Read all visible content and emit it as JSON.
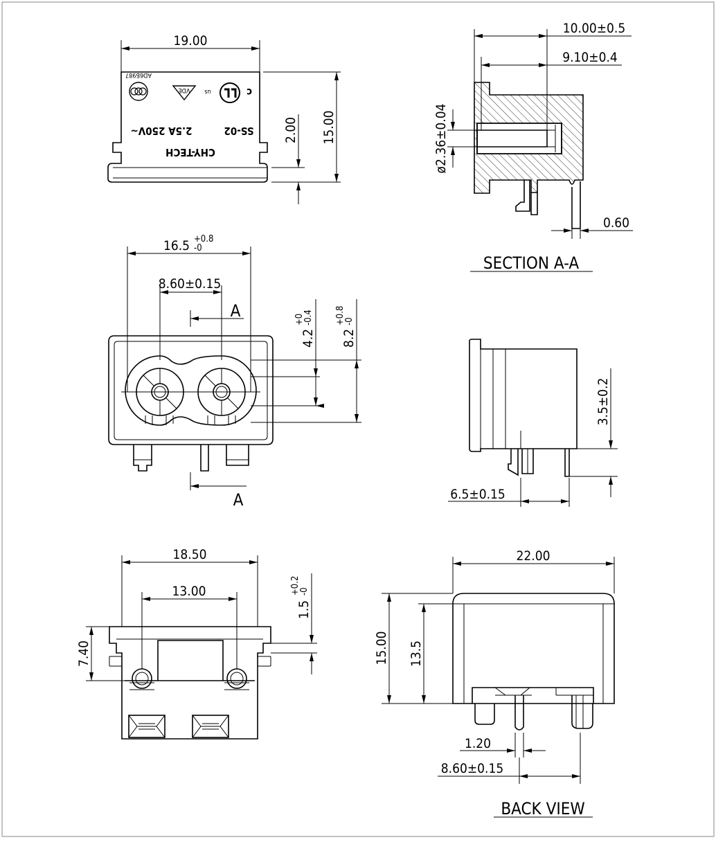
{
  "drawing": {
    "top_view": {
      "width": "19.00",
      "height": "15.00",
      "flange": "2.00",
      "marking": {
        "brand": "CHY-TECH",
        "model": "SS-02",
        "rating": "2.5A 250V~",
        "ul_c": "c",
        "ul_us": "us",
        "ccc_code": "AD6Б987"
      }
    },
    "section_a_a": {
      "caption": "SECTION A-A",
      "depth_outer": "10.00±0.5",
      "depth_inner": "9.10±0.4",
      "pin_dia": "ø2.36±0.04",
      "pin_thickness": "0.60"
    },
    "front_view": {
      "width": "16.5",
      "width_tol_upper": "+0.8",
      "width_tol_lower": "-0",
      "pin_pitch": "8.60±0.15",
      "section_label_top": "A",
      "section_label_bottom": "A",
      "inner_h": "4.2",
      "inner_h_tol_upper": "+0",
      "inner_h_tol_lower": "-0.4",
      "outer_h": "8.2",
      "outer_h_tol_upper": "+0.8",
      "outer_h_tol_lower": "-0"
    },
    "side_view": {
      "pin_len": "3.5±0.2",
      "pin_offset": "6.5±0.15"
    },
    "bottom_view": {
      "width": "18.50",
      "inner": "13.00",
      "height": "7.40",
      "flange": "1.5",
      "flange_tol_upper": "+0.2",
      "flange_tol_lower": "-0"
    },
    "back_view": {
      "caption": "BACK VIEW",
      "width": "22.00",
      "height": "15.00",
      "inner_height": "13.5",
      "pin_width": "1.20",
      "pin_pitch": "8.60±0.15"
    }
  }
}
